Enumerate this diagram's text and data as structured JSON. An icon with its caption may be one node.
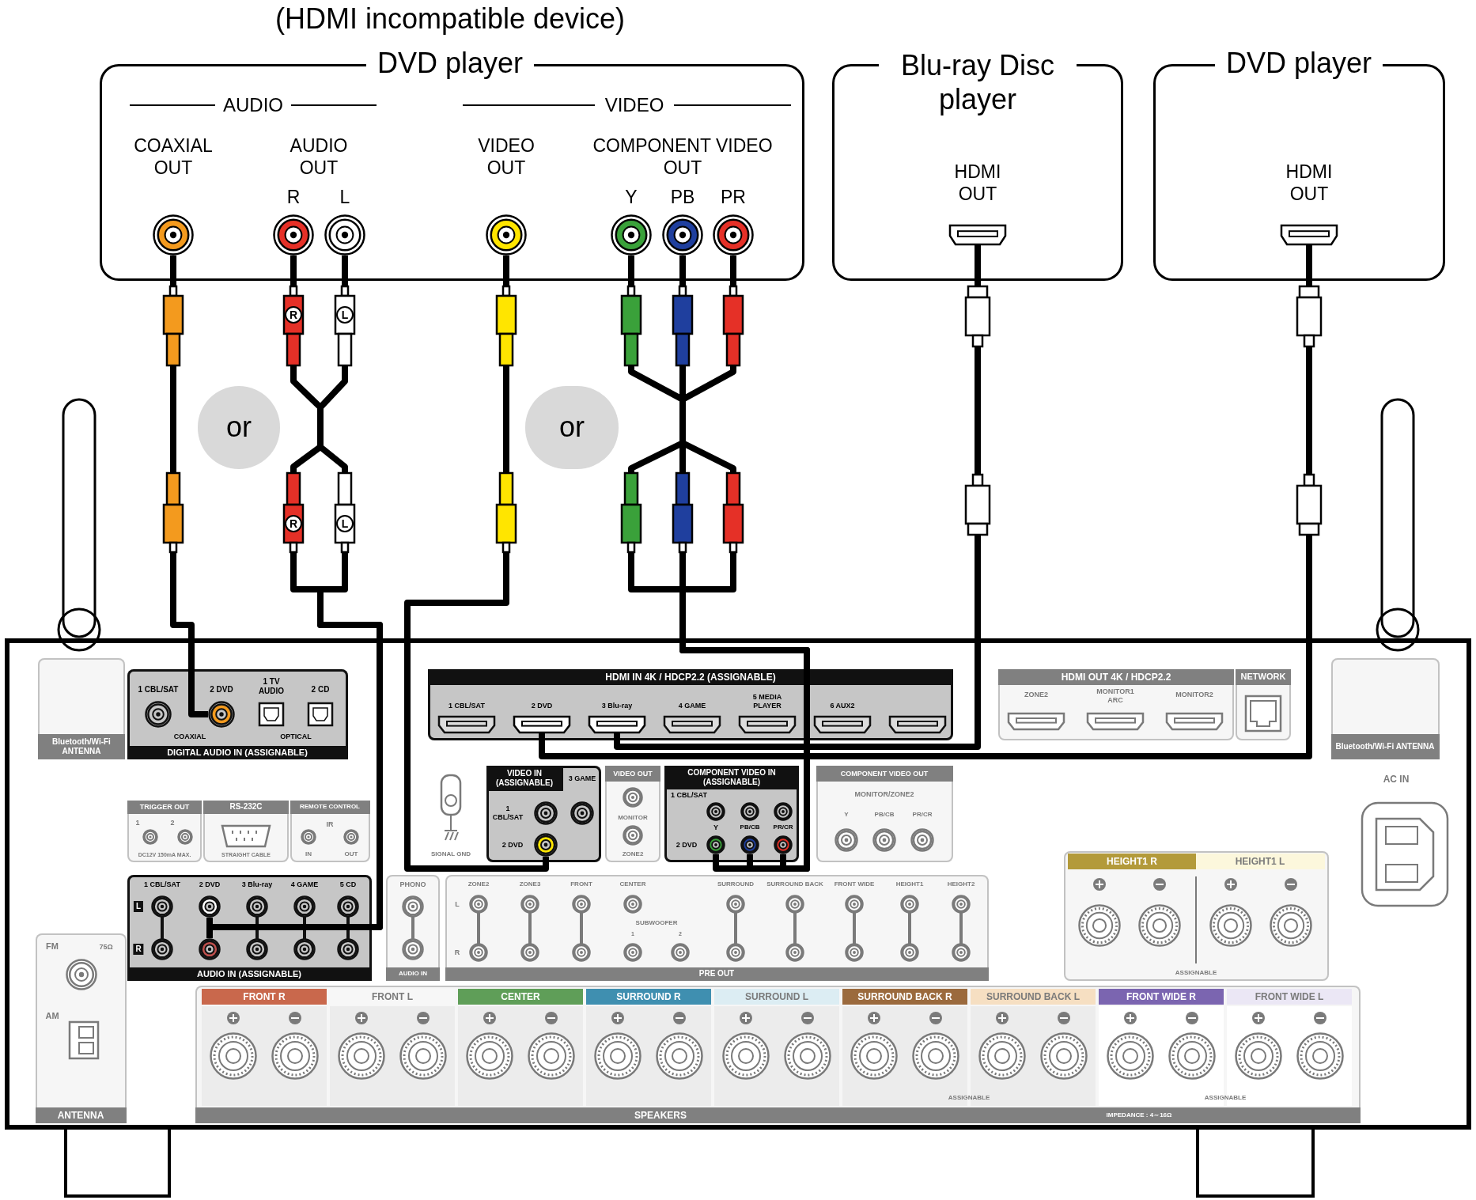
{
  "diagram": {
    "nodes": [
      {
        "text": [
          "(HDMI incompatible device)",
          "DVD player",
          "AUDIO",
          "VIDEO"
        ]
      },
      {
        "text": [
          "COAXIAL OUT"
        ],
        "in": 0
      },
      {
        "text": [
          "AUDIO OUT"
        ],
        "in": 0
      },
      {
        "text": [
          "R"
        ],
        "in": 2
      },
      {
        "text": [
          "L"
        ],
        "in": 2
      },
      {
        "text": [
          "VIDEO OUT"
        ],
        "in": 0
      },
      {
        "text": [
          "COMPONENT VIDEO OUT"
        ],
        "in": 0
      },
      {
        "text": [
          "Y"
        ],
        "in": 6
      },
      {
        "text": [
          "PB"
        ],
        "in": 6
      },
      {
        "text": [
          "PR"
        ],
        "in": 6
      },
      {
        "text": [
          "Blu-ray Disc player"
        ]
      },
      {
        "text": [
          "HDMI OUT"
        ],
        "in": 10
      },
      {
        "text": [
          "DVD player"
        ]
      },
      {
        "text": [
          "HDMI OUT"
        ],
        "in": 12
      },
      {
        "text": [
          "or"
        ]
      },
      {
        "text": [
          "or"
        ]
      },
      {
        "text": [],
        "shape": "box"
      },
      {
        "text": [
          "DIGITAL AUDIO IN (ASSIGNABLE)",
          "1 CBL/SAT",
          "1 TV AUDIO",
          "2 CD",
          "COAXIAL",
          "OPTICAL"
        ],
        "in": 16
      },
      {
        "text": [
          "2 DVD"
        ],
        "in": 17
      },
      {
        "text": [
          "HDMI IN 4K / HDCP2.2 (ASSIGNABLE)",
          "1 CBL/SAT",
          "4 GAME",
          "5 MEDIA PLAYER",
          "6 AUX2"
        ],
        "in": 16
      },
      {
        "text": [
          "2 DVD"
        ],
        "in": 19
      },
      {
        "text": [
          "3 Blu-ray"
        ],
        "in": 19
      },
      {
        "text": [
          "VIDEO IN (ASSIGNABLE)",
          "3 GAME",
          "1 CBL/SAT"
        ],
        "in": 16
      },
      {
        "text": [
          "2 DVD"
        ],
        "in": 22
      },
      {
        "text": [
          "COMPONENT VIDEO IN (ASSIGNABLE)",
          "1 CBL/SAT",
          "Y",
          "PB/CB",
          "PR/CR"
        ],
        "in": 16
      },
      {
        "text": [
          "2 DVD"
        ],
        "in": 24
      },
      {
        "text": [],
        "shape": "circle",
        "in": 25
      },
      {
        "text": [],
        "shape": "circle",
        "in": 25
      },
      {
        "text": [],
        "shape": "circle",
        "in": 25
      },
      {
        "text": [
          "AUDIO IN (ASSIGNABLE)",
          "1 CBL/SAT",
          "3 Blu-ray",
          "4 GAME",
          "5 CD",
          "L",
          "R"
        ],
        "in": 16
      },
      {
        "text": [
          "2 DVD"
        ],
        "in": 29
      },
      {
        "text": [],
        "shape": "circle",
        "in": 30
      },
      {
        "text": [],
        "shape": "circle",
        "in": 30
      },
      {
        "text": [
          "Bluetooth/Wi-Fi ANTENNA"
        ],
        "in": 16
      },
      {
        "text": [
          "HDMI OUT 4K / HDCP2.2",
          "ZONE2",
          "MONITOR1 ARC",
          "MONITOR2"
        ],
        "in": 16
      },
      {
        "text": [
          "NETWORK"
        ],
        "in": 16
      },
      {
        "text": [
          "Bluetooth/Wi-Fi ANTENNA"
        ],
        "in": 16
      },
      {
        "text": [
          "TRIGGER OUT",
          "1",
          "2",
          "DC12V 150mA MAX."
        ],
        "in": 16
      },
      {
        "text": [
          "RS-232C",
          "STRAIGHT CABLE"
        ],
        "in": 16
      },
      {
        "text": [
          "REMOTE CONTROL",
          "IR",
          "IN",
          "OUT"
        ],
        "in": 16
      },
      {
        "text": [
          "VIDEO OUT",
          "MONITOR",
          "ZONE2"
        ],
        "in": 16
      },
      {
        "text": [
          "COMPONENT VIDEO OUT",
          "MONITOR/ZONE2",
          "Y",
          "PB/CB",
          "PR/CR"
        ],
        "in": 16
      },
      {
        "text": [
          "PHONO",
          "AUDIO IN"
        ],
        "in": 16
      },
      {
        "text": [
          "ZONE2",
          "ZONE3",
          "FRONT",
          "CENTER",
          "SURROUND",
          "SURROUND BACK",
          "FRONT WIDE",
          "HEIGHT1",
          "HEIGHT2",
          "L",
          "R",
          "SUBWOOFER",
          "1",
          "2",
          "PRE OUT"
        ],
        "in": 16
      },
      {
        "text": [
          "HEIGHT1 R",
          "HEIGHT1 L",
          "ASSIGNABLE"
        ],
        "in": 16
      },
      {
        "text": [
          "FM",
          "75Ω",
          "AM",
          "ANTENNA"
        ],
        "in": 16
      },
      {
        "text": [
          "FRONT R",
          "FRONT L",
          "CENTER",
          "SURROUND R",
          "SURROUND L",
          "SURROUND BACK R",
          "SURROUND BACK L",
          "FRONT WIDE R",
          "FRONT WIDE L",
          "ASSIGNABLE",
          "ASSIGNABLE",
          "SPEAKERS",
          "IMPEDANCE : 4～16Ω"
        ],
        "in": 16
      }
    ],
    "edges": [
      {
        "from": 1,
        "to": 18,
        "arrow": "none"
      },
      {
        "from": 3,
        "to": 32,
        "arrow": "none"
      },
      {
        "from": 4,
        "to": 31,
        "arrow": "none"
      },
      {
        "from": 5,
        "to": 23,
        "arrow": "none"
      },
      {
        "from": 7,
        "to": 26,
        "arrow": "none"
      },
      {
        "from": 8,
        "to": 27,
        "arrow": "none"
      },
      {
        "from": 9,
        "to": 28,
        "arrow": "none"
      },
      {
        "from": 11,
        "to": 21,
        "arrow": "none"
      },
      {
        "from": 13,
        "to": 20,
        "arrow": "none"
      }
    ],
    "labels": [
      "R",
      "L",
      "R",
      "L",
      "SIGNAL GND",
      "AC IN"
    ]
  }
}
